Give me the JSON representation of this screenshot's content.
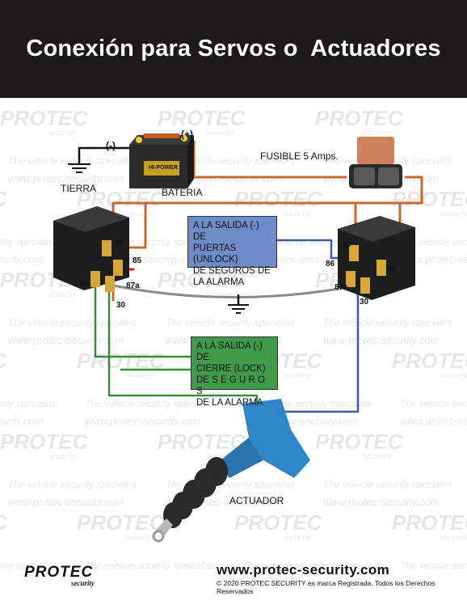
{
  "title": "Conexión para Servos o  Actuadores",
  "labels": {
    "ground": "TIERRA",
    "battery": "BATERIA",
    "battery_neg": "(-)",
    "battery_pos": "(+)",
    "battery_brand": "HI-POWER",
    "fuse": "FUSIBLE 5 Amps.",
    "actuator": "ACTUADOR"
  },
  "relay_left": {
    "p87": "87",
    "p85": "85",
    "p86": "86",
    "p87a": "87a",
    "p30": "30"
  },
  "relay_right": {
    "p87": "87",
    "p85": "85",
    "p86": "86",
    "p87a": "87a",
    "p30": "30"
  },
  "box_unlock": {
    "lines": [
      "A LA SALIDA (-) DE",
      "PUERTAS (UNLOCK)",
      "DE SEGUROS DE",
      "LA  ALARMA"
    ]
  },
  "box_lock": {
    "lines": [
      "A LA SALIDA (-) DE",
      "CIERRE (LOCK)",
      "DE  S E G U R O S",
      "DE  LA  ALARMA"
    ]
  },
  "watermark": {
    "logo": "PROTEC",
    "sub": "security",
    "tagline": "The vehicle security specialist",
    "url": "www.protec-security.com"
  },
  "footer": {
    "logo": "PROTEC",
    "sub": "security",
    "url": "www.protec-security.com",
    "copyright": "© 2020 PROTEC SECURITY es marca Registrada. Todos los Derechos Reservados"
  },
  "colors": {
    "header_bg": "#1c1a18",
    "wire_orange": "#c8682c",
    "wire_blue": "#3a5ca8",
    "wire_green": "#3a8a3a",
    "wire_gray": "#8a8a8a",
    "wire_black": "#111111",
    "wire_red": "#d02020",
    "box_blue": "#6d8cc8",
    "box_green": "#3f9a4a",
    "actuator_blue": "#2f86c6"
  }
}
